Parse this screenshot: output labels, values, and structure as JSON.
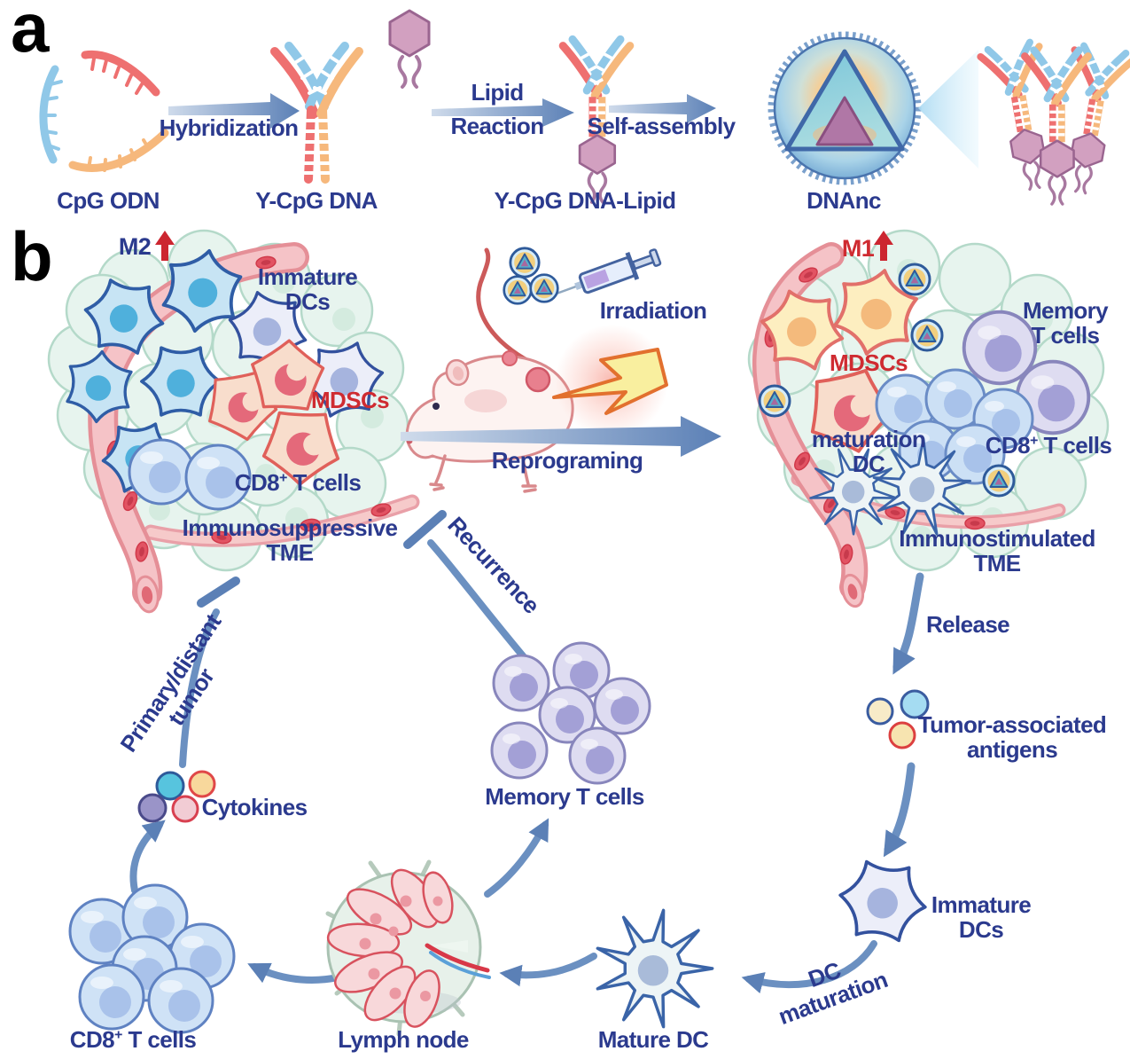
{
  "colors": {
    "navy_text": "#2b3a8e",
    "red_text": "#cf2b31",
    "arrow_blue": "#5b80b6",
    "vessel_pink": "#f5c3c7",
    "tumor_teal": "#e7f4ee"
  },
  "panel_a": {
    "label": "a",
    "cpg_odn": "CpG ODN",
    "hybridization": "Hybridization",
    "y_cpg_dna": "Y-CpG DNA",
    "lipid_line1": "Lipid",
    "lipid_line2": "Reaction",
    "y_cpg_dna_lipid": "Y-CpG DNA-Lipid",
    "self_assembly": "Self-assembly",
    "dnanc": "DNAnc"
  },
  "panel_b": {
    "label": "b",
    "left_tumor": {
      "m2": "M2",
      "immature_line1": "Immature",
      "immature_line2": "DCs",
      "mdscs": "MDSCs",
      "cd8": {
        "base": "CD8",
        "sup": "+",
        "rest": " T cells"
      },
      "tme_line1": "Immunosuppressive",
      "tme_line2": "TME"
    },
    "center": {
      "irradiation": "Irradiation",
      "reprograming": "Reprograming",
      "recurrence": "Recurrence",
      "memory_t": "Memory T cells"
    },
    "right_tumor": {
      "m1": "M1",
      "mdscs": "MDSCs",
      "memory_line1": "Memory",
      "memory_line2": "T cells",
      "maturation_line1": "maturation",
      "maturation_line2": "DC",
      "cd8": {
        "base": "CD8",
        "sup": "+",
        "rest": " T cells"
      },
      "tme_line1": "Immunostimulated",
      "tme_line2": "TME"
    },
    "cycle": {
      "release": "Release",
      "taa_line1": "Tumor-associated",
      "taa_line2": "antigens",
      "immature_line1": "Immature",
      "immature_line2": "DCs",
      "dc_maturation_line1": "DC",
      "dc_maturation_line2": "maturation",
      "mature_dc": "Mature DC",
      "lymph_node": "Lymph node",
      "cd8": {
        "base": "CD8",
        "sup": "+",
        "rest": " T cells"
      },
      "cytokines": "Cytokines",
      "primary_line1": "Primary/distant",
      "primary_line2": "tumor"
    }
  }
}
